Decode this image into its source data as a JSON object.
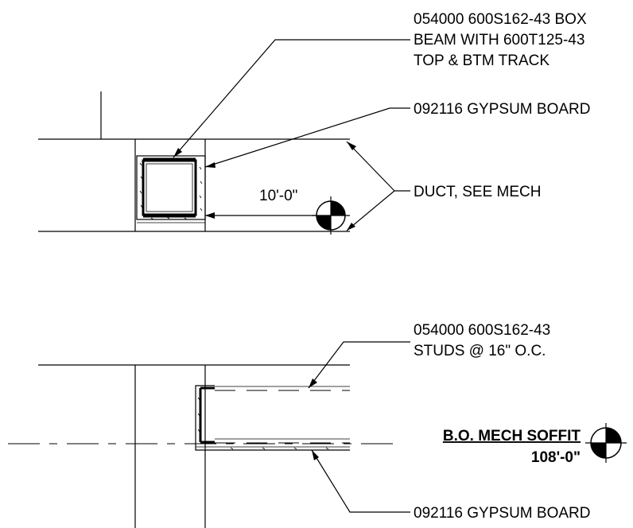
{
  "top_detail": {
    "note_beam": [
      "054000 600S162-43 BOX",
      "BEAM WITH 600T125-43",
      "TOP & BTM TRACK"
    ],
    "note_gypsum": "092116 GYPSUM BOARD",
    "note_duct": "DUCT, SEE MECH",
    "elevation": "10'-0\""
  },
  "bottom_detail": {
    "note_studs": [
      "054000 600S162-43",
      "STUDS @ 16\" O.C."
    ],
    "elevation_label": "B.O. MECH SOFFIT",
    "elevation_value": "108'-0\"",
    "note_gypsum": "092116 GYPSUM BOARD"
  }
}
